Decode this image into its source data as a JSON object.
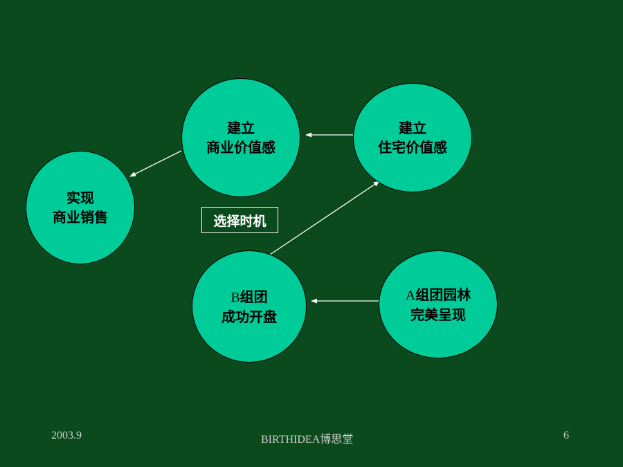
{
  "diagram": {
    "nodes": {
      "sales": {
        "line1": "实现",
        "line2": "商业销售"
      },
      "commercial": {
        "line1": "建立",
        "line2": "商业价值感"
      },
      "residential": {
        "line1": "建立",
        "line2": "住宅价值感"
      },
      "group_b": {
        "prefix": "B",
        "line1_rest": "组团",
        "line2": "成功开盘"
      },
      "group_a": {
        "prefix": "A",
        "line1_rest": "组团园林",
        "line2": "完美呈现"
      }
    },
    "timing_label": "选择时机",
    "colors": {
      "background": "#0b4a1c",
      "node_fill": "#00cc99",
      "arrow": "#ffffff"
    }
  },
  "footer": {
    "date": "2003.9",
    "brand": "BIRTHIDEA博思堂",
    "page": "6"
  }
}
